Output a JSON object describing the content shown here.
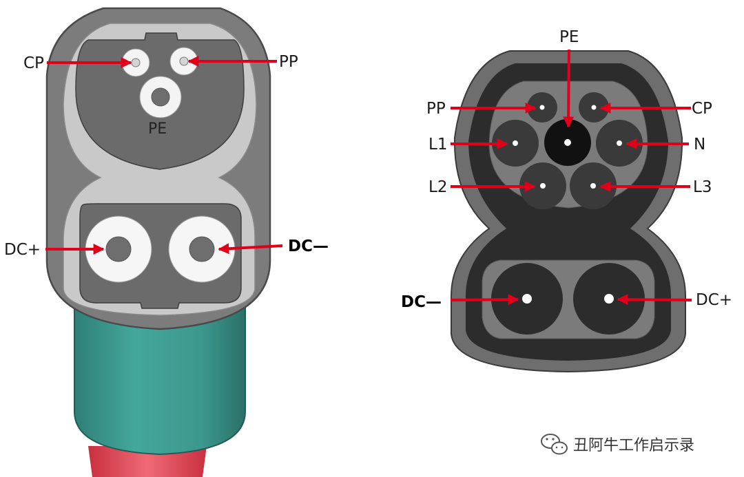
{
  "left_connector": {
    "labels": {
      "cp": "CP",
      "pp": "PP",
      "pe": "PE",
      "dc_plus": "DC+",
      "dc_minus": "DC—"
    }
  },
  "right_connector": {
    "labels": {
      "pe": "PE",
      "pp": "PP",
      "cp": "CP",
      "l1": "L1",
      "n": "N",
      "l2": "L2",
      "l3": "L3",
      "dc_minus": "DC—",
      "dc_plus": "DC+"
    }
  },
  "watermark": {
    "text": "丑阿牛工作启示录",
    "icon": "wechat-icon"
  },
  "colors": {
    "arrow": "#e0001a",
    "left_shell": "#7a7a7a",
    "left_ring": "#c8c8c8",
    "left_face": "#6b6b6b",
    "cable": "#3f9e93",
    "right_shell": "#6e6e6e",
    "right_dark": "#2c2c2c",
    "pin_dark": "#3a3a3a"
  }
}
